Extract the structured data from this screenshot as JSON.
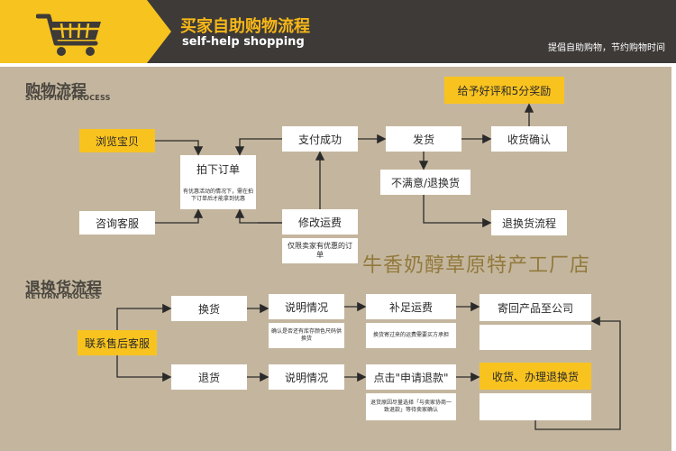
{
  "header": {
    "title": "买家自助购物流程",
    "subtitle": "self-help shopping",
    "slogan": "提倡自助购物，节约购物时间",
    "brand_color": "#f7c31e",
    "dark_color": "#3d3a38",
    "icon": "shopping-cart-icon"
  },
  "shopping": {
    "title": "购物流程",
    "subtitle": "SHOPPING PROCESS",
    "browse": "浏览宝贝",
    "consult": "咨询客服",
    "order": "拍下订单",
    "order_note": "有优惠活动的情况下，需在拍下订单后才能拿到优惠",
    "pay": "支付成功",
    "modify": "修改运费",
    "modify_note": "仅限卖家有优惠的订单",
    "ship": "发货",
    "confirm": "收货确认",
    "review": "给予好评和5分奖励",
    "unsatisfied": "不满意/退换货",
    "return_flow": "退换货流程"
  },
  "watermark": "牛香奶醇草原特产工厂店",
  "returns": {
    "title": "退换货流程",
    "subtitle": "RETURN PROCESS",
    "contact": "联系售后客服",
    "exchange": "换货",
    "refund": "退货",
    "explain1": "说明情况",
    "explain1_note": "确认是否还有库存颜色尺码供换货",
    "explain2": "说明情况",
    "supplement": "补足运费",
    "supplement_note": "换货寄过来的运费需要买方承担",
    "apply": "点击\"申请退款\"",
    "apply_note": "退货原因尽量选择「与卖家协商一致退款」等待卖家确认",
    "send_back": "寄回产品至公司",
    "receive": "收货、办理退换货"
  }
}
